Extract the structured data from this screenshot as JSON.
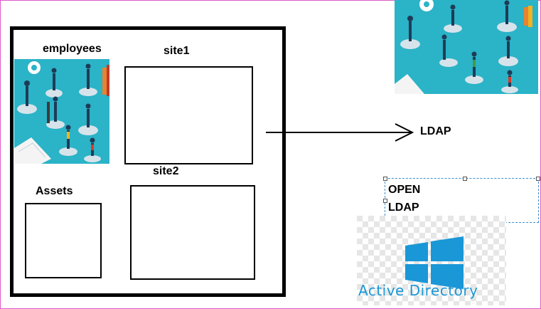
{
  "diagram": {
    "labels": {
      "employees": "employees",
      "site1": "site1",
      "site2": "site2",
      "assets": "Assets",
      "ldap": "LDAP"
    },
    "textbox": {
      "line1": "OPEN",
      "line2": "LDAP"
    },
    "logo": {
      "text": "Active Directory",
      "color": "#1a97d6"
    },
    "colors": {
      "illustration_bg": "#2bb3c7",
      "platform": "#d7e3ea",
      "accent_orange": "#e8822e"
    }
  }
}
